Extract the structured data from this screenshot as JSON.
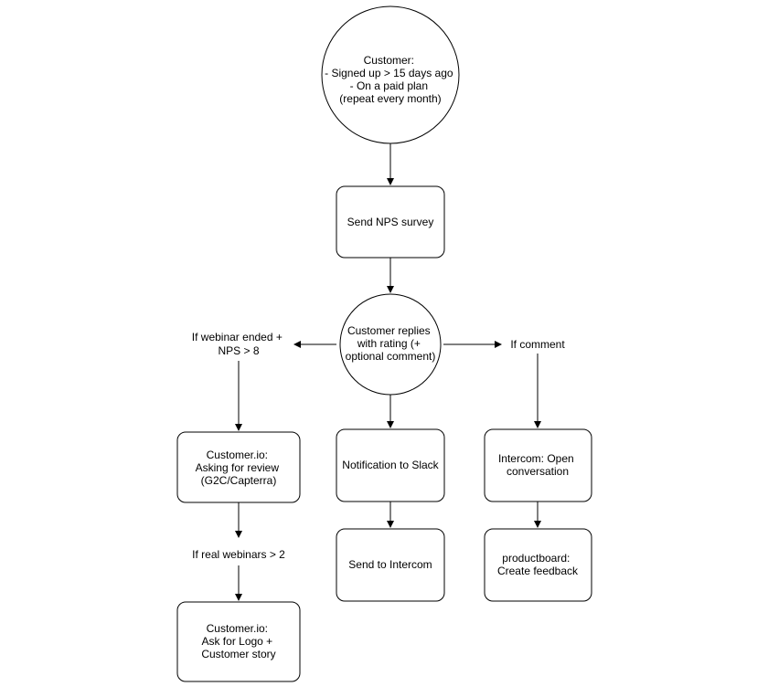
{
  "diagram": {
    "nodes": {
      "customer": {
        "lines": [
          "Customer:",
          "- Signed up > 15 days ago",
          "- On a paid plan",
          "(repeat every month)"
        ]
      },
      "send_nps": {
        "lines": [
          "Send NPS survey"
        ]
      },
      "replies": {
        "lines": [
          "Customer replies",
          "with rating (+",
          "optional comment)"
        ]
      },
      "cond_webinar": {
        "lines": [
          "If webinar ended +",
          "NPS > 8"
        ]
      },
      "cond_comment": {
        "lines": [
          "If comment"
        ]
      },
      "review": {
        "lines": [
          "Customer.io:",
          "Asking for review",
          "(G2C/Capterra)"
        ]
      },
      "slack": {
        "lines": [
          "Notification to Slack"
        ]
      },
      "intercom_open": {
        "lines": [
          "Intercom: Open",
          "conversation"
        ]
      },
      "cond_real_webinars": {
        "lines": [
          "If real webinars > 2"
        ]
      },
      "send_intercom": {
        "lines": [
          "Send to Intercom"
        ]
      },
      "productboard": {
        "lines": [
          "productboard:",
          "Create feedback"
        ]
      },
      "logo_story": {
        "lines": [
          "Customer.io:",
          "Ask for Logo +",
          "Customer story"
        ]
      }
    }
  }
}
